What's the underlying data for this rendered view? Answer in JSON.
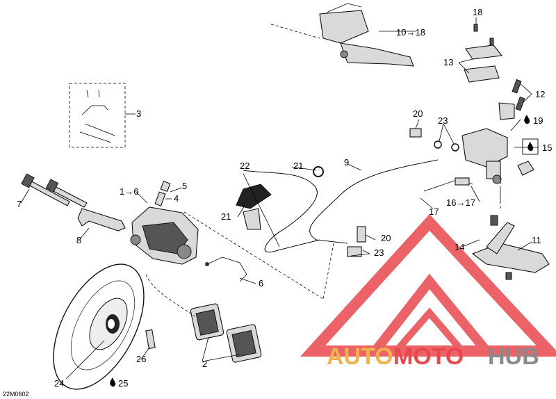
{
  "callouts": {
    "c1_6": "1→6",
    "c2": "2",
    "c3": "3",
    "c4": "4",
    "c5": "5",
    "c6": "6",
    "c7": "7",
    "c8": "8",
    "c9": "9",
    "c10_18": "10→18",
    "c11": "11",
    "c12": "12",
    "c13": "13",
    "c14": "14",
    "c15": "15",
    "c16_17": "16→17",
    "c17": "17",
    "c18": "18",
    "c19": "19",
    "c20a": "20",
    "c20b": "20",
    "c21a": "21",
    "c21b": "21",
    "c22": "22",
    "c23a": "23",
    "c23b": "23",
    "c24": "24",
    "c25": "25",
    "c26": "26"
  },
  "drawing_code": "22M0602",
  "watermark": {
    "part1": "AUTO",
    "part2": "MOTO",
    "part3": "HUB"
  },
  "colors": {
    "watermark_red": "#e8484d",
    "watermark_orange": "#f0b24a",
    "watermark_gray": "#8a8a8a"
  },
  "icons": [
    "fluid-drop-icon"
  ]
}
